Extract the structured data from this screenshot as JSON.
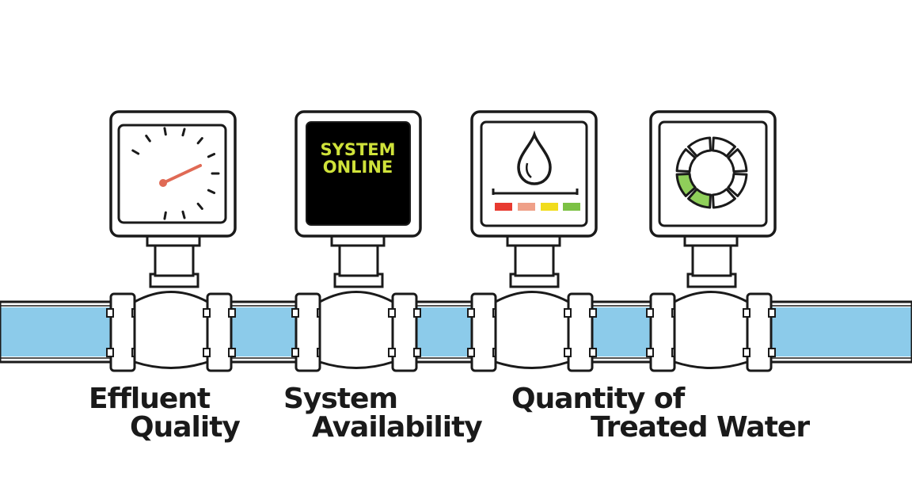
{
  "colors": {
    "water": "#8ccbea",
    "ink": "#1a1a1a",
    "needle": "#e06a55",
    "screen_bg": "#000000",
    "screen_text": "#cfe23a",
    "level_red": "#e83a30",
    "level_salmon": "#efa088",
    "level_yellow": "#f1dc1c",
    "level_green": "#7cc144",
    "ring_green": "#8fcf5a"
  },
  "meters": [
    {
      "icon": "pressure-gauge-icon"
    },
    {
      "icon": "system-status-screen",
      "screen_line1": "SYSTEM",
      "screen_line2": "ONLINE"
    },
    {
      "icon": "water-drop-level-icon"
    },
    {
      "icon": "progress-ring-icon"
    }
  ],
  "labels": {
    "effluent_line1": "Effluent",
    "effluent_line2": "Quality",
    "availability_line1": "System",
    "availability_line2": "Availability",
    "quantity_line1": "Quantity of",
    "quantity_line2": "Treated Water"
  }
}
